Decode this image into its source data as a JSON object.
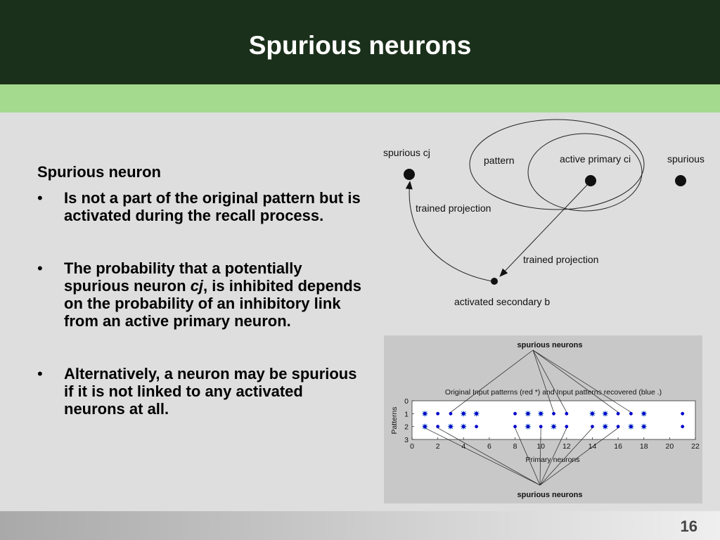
{
  "slide": {
    "title": "Spurious neurons",
    "page_number": "16"
  },
  "text": {
    "heading": "Spurious neuron",
    "bullet_char": "•",
    "bullet1": "Is not a part of the original pattern but is activated during the recall process.",
    "bullet2_before": "The probability that a potentially spurious neuron ",
    "bullet2_italic": "cj",
    "bullet2_after": ", is inhibited depends on the probability of an inhibitory link from an active primary neuron.",
    "bullet3": "Alternatively, a neuron may be spurious if it is not linked to any activated neurons at all."
  },
  "diagram": {
    "spurious_cj": "spurious cj",
    "pattern": "pattern",
    "active_primary_ci": "active primary ci",
    "spurious": "spurious",
    "trained_projection_1": "trained projection",
    "trained_projection_2": "trained projection",
    "activated_secondary_b": "activated secondary b"
  },
  "chart_data": {
    "type": "scatter",
    "title": "Original Input patterns (red *)  and Input patterns recovered (blue .)",
    "xlabel": "Primary neurons",
    "ylabel": "Patterns",
    "xlim": [
      0,
      22
    ],
    "ylim": [
      0,
      3
    ],
    "y_reversed": true,
    "x_ticks": [
      0,
      2,
      4,
      6,
      8,
      10,
      12,
      14,
      16,
      18,
      20,
      22
    ],
    "y_ticks": [
      0,
      1,
      2,
      3
    ],
    "top_annotation": "spurious neurons",
    "bottom_annotation": "spurious neurons",
    "colors": {
      "original": "#2f6cc0",
      "recovered": "#0000cc",
      "star_center": "#4dd0c0"
    },
    "series": [
      {
        "name": "Original Input patterns",
        "marker": "*",
        "points": [
          [
            1,
            1
          ],
          [
            4,
            1
          ],
          [
            5,
            1
          ],
          [
            9,
            1
          ],
          [
            10,
            1
          ],
          [
            14,
            1
          ],
          [
            15,
            1
          ],
          [
            18,
            1
          ],
          [
            1,
            2
          ],
          [
            3,
            2
          ],
          [
            4,
            2
          ],
          [
            9,
            2
          ],
          [
            11,
            2
          ],
          [
            15,
            2
          ],
          [
            17,
            2
          ],
          [
            18,
            2
          ]
        ]
      },
      {
        "name": "Input patterns recovered",
        "marker": ".",
        "points": [
          [
            1,
            1
          ],
          [
            2,
            1
          ],
          [
            3,
            1
          ],
          [
            4,
            1
          ],
          [
            5,
            1
          ],
          [
            8,
            1
          ],
          [
            9,
            1
          ],
          [
            10,
            1
          ],
          [
            11,
            1
          ],
          [
            12,
            1
          ],
          [
            14,
            1
          ],
          [
            15,
            1
          ],
          [
            16,
            1
          ],
          [
            17,
            1
          ],
          [
            18,
            1
          ],
          [
            21,
            1
          ],
          [
            1,
            2
          ],
          [
            2,
            2
          ],
          [
            3,
            2
          ],
          [
            4,
            2
          ],
          [
            5,
            2
          ],
          [
            8,
            2
          ],
          [
            9,
            2
          ],
          [
            10,
            2
          ],
          [
            11,
            2
          ],
          [
            12,
            2
          ],
          [
            14,
            2
          ],
          [
            15,
            2
          ],
          [
            16,
            2
          ],
          [
            17,
            2
          ],
          [
            18,
            2
          ],
          [
            21,
            2
          ]
        ]
      }
    ],
    "spurious_points": {
      "top": [
        [
          3,
          1
        ],
        [
          11,
          1
        ],
        [
          12,
          1
        ],
        [
          16,
          1
        ],
        [
          17,
          1
        ]
      ],
      "bottom": [
        [
          1,
          2
        ],
        [
          2,
          2
        ],
        [
          8,
          2
        ],
        [
          10,
          2
        ],
        [
          12,
          2
        ],
        [
          14,
          2
        ],
        [
          16,
          2
        ]
      ]
    }
  }
}
